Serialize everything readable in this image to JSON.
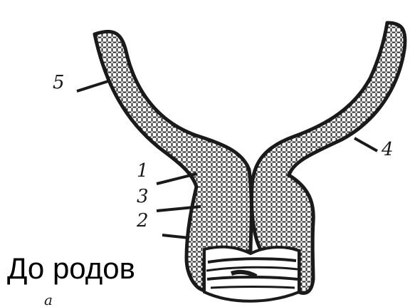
{
  "diagram": {
    "labels": {
      "l1": "1",
      "l2": "2",
      "l3": "3",
      "l4": "4",
      "l5": "5"
    },
    "sublabel": "a",
    "caption": "До родов"
  },
  "colors": {
    "outline": "#1a1a1a",
    "texture": "#2b2b2b",
    "background": "#ffffff"
  }
}
